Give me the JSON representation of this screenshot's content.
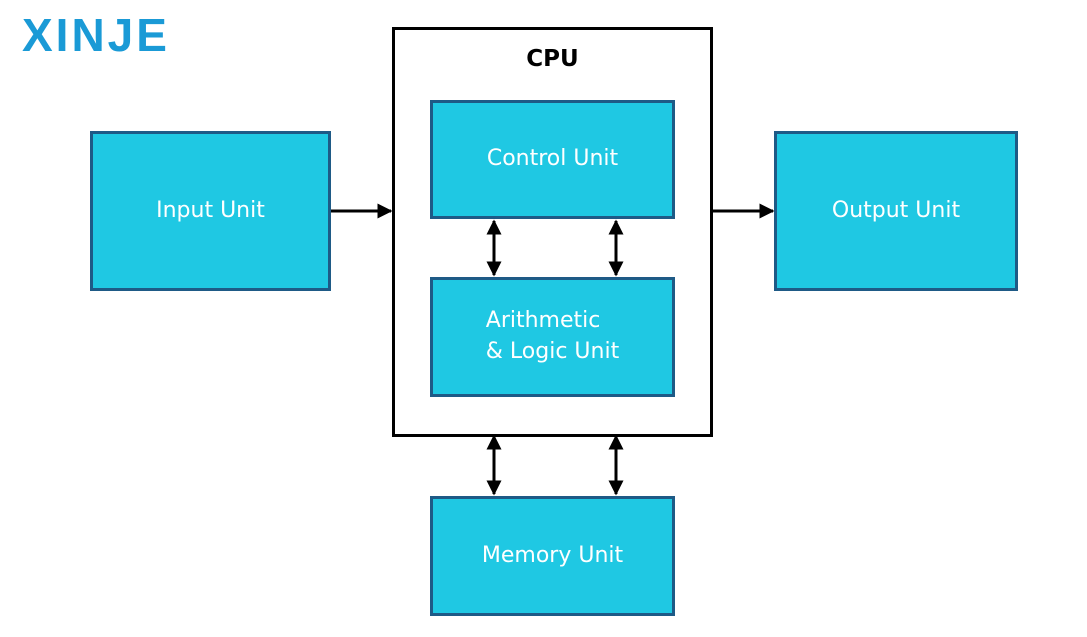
{
  "logo": {
    "text": "XINJE"
  },
  "cpu": {
    "title": "CPU"
  },
  "units": {
    "input": "Input Unit",
    "control": "Control Unit",
    "alu_line1": "Arithmetic",
    "alu_line2": "& Logic Unit",
    "output": "Output Unit",
    "memory": "Memory Unit"
  },
  "colors": {
    "box_fill": "#1fc8e3",
    "box_border": "#1e5a86",
    "logo": "#1a9ad6",
    "arrow": "#000000"
  }
}
